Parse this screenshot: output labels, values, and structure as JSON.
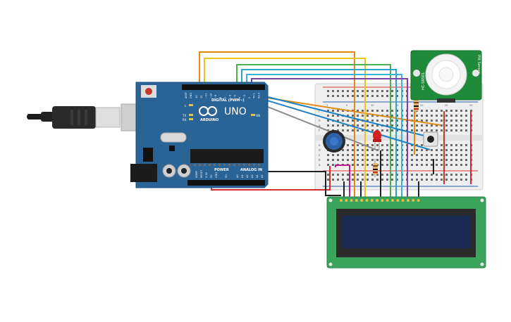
{
  "arduino": {
    "brand": "ARDUINO",
    "model": "UNO",
    "digital_label": "DIGITAL (PWM~)",
    "power_label": "POWER",
    "analog_label": "ANALOG IN",
    "ioref_label": "IOREF",
    "reset_label": "RESET",
    "v33_label": "3.3V",
    "v5_label": "5V",
    "gnd_label": "GND",
    "vin_label": "Vin",
    "aref_label": "AREF",
    "gnd_top_label": "GND",
    "tx_label": "TX",
    "rx_label": "RX",
    "l_label": "L",
    "on_label": "ON",
    "digital_pins": [
      "13",
      "12",
      "~11",
      "~10",
      "~9",
      "8",
      "7",
      "~6",
      "~5",
      "4",
      "~3",
      "2",
      "TX 1",
      "RX 0"
    ],
    "analog_pins": [
      "A0",
      "A1",
      "A2",
      "A3",
      "A4",
      "A5"
    ]
  },
  "pir_sensor": {
    "left_label": "HC-SR501",
    "right_label": "PIR Sensor"
  },
  "breadboard": {
    "row_letters": [
      "j",
      "i",
      "h",
      "g",
      "f",
      "e",
      "d",
      "c",
      "b",
      "a"
    ],
    "col_numbers": [
      "1",
      "5",
      "10",
      "15",
      "20",
      "25",
      "30"
    ]
  },
  "colors": {
    "arduino_board": "#2a6497",
    "pir_board": "#1f8a3a",
    "lcd_board": "#3aa35c",
    "lcd_screen": "#1b2b55",
    "wire_orange": "#e08a14",
    "wire_yellow": "#e9c21a",
    "wire_green": "#4caf50",
    "wire_cyan": "#2aa6c9",
    "wire_blue": "#1d7fc4",
    "wire_purple": "#7b3fa6",
    "wire_red": "#d32f2f",
    "wire_black": "#222222",
    "wire_gray": "#8a8a8a",
    "wire_magenta": "#c2188f",
    "led_red": "#d42020"
  }
}
